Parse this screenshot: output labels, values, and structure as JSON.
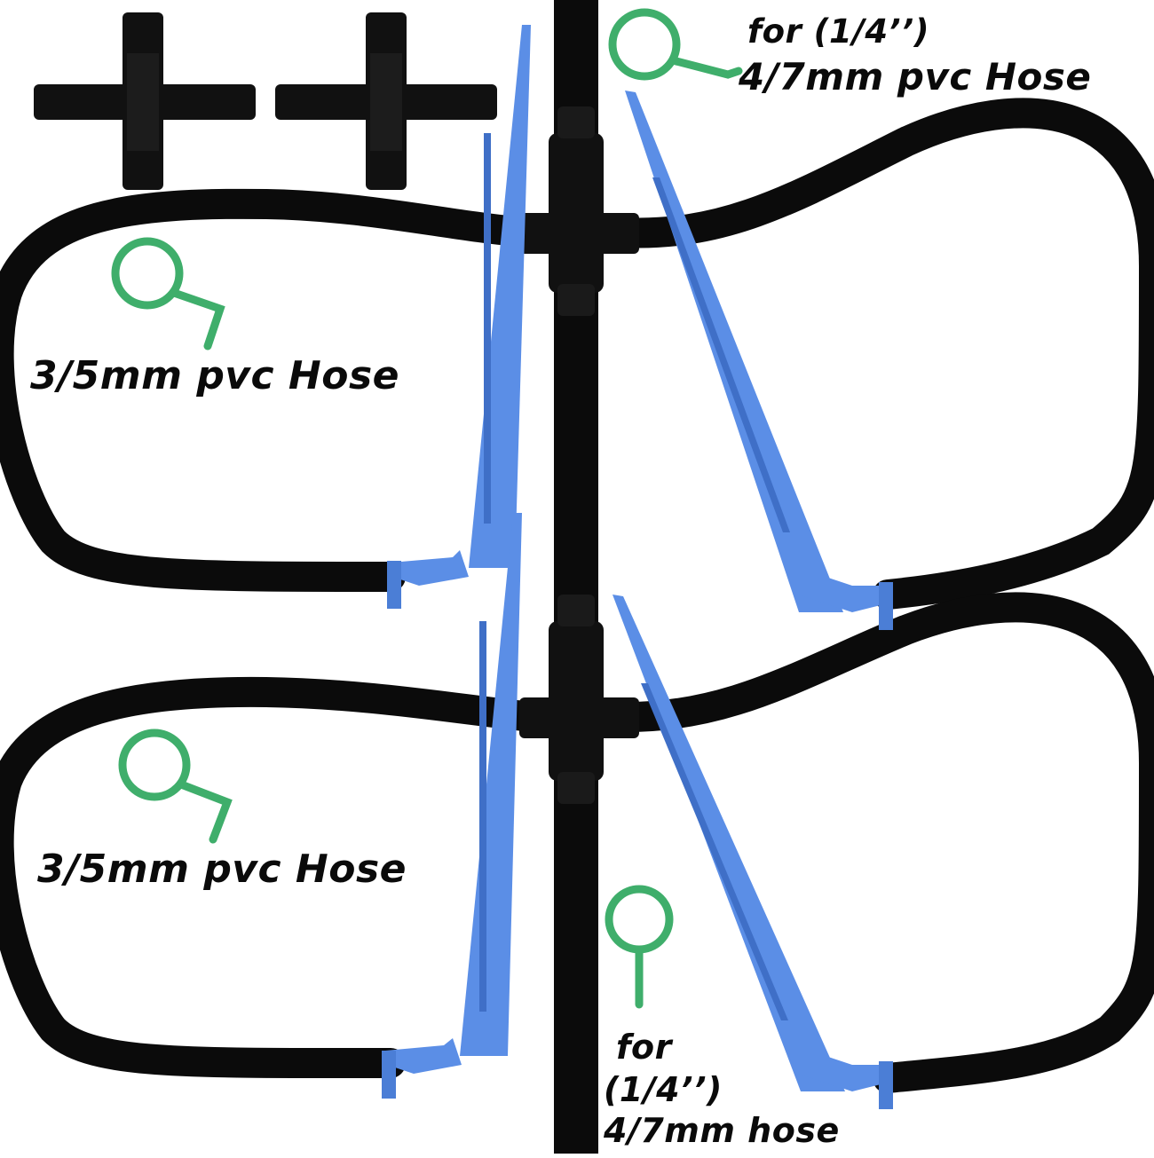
{
  "colors": {
    "hose": "#0b0b0b",
    "stake": "#5b8ee6",
    "stake_dark": "#3f6fc7",
    "magnifier": "#3fae6b",
    "background": "#ffffff"
  },
  "labels": {
    "top_line1": "for (1/4’’)",
    "top_line2": "4/7mm pvc Hose",
    "left_upper": "3/5mm pvc Hose",
    "left_lower": "3/5mm pvc Hose",
    "bottom_line1": "for",
    "bottom_line2": "(1/4’’)",
    "bottom_line3": "4/7mm hose"
  },
  "icons": [
    "cross-connector-icon",
    "magnifier-icon",
    "drip-stake-icon"
  ]
}
